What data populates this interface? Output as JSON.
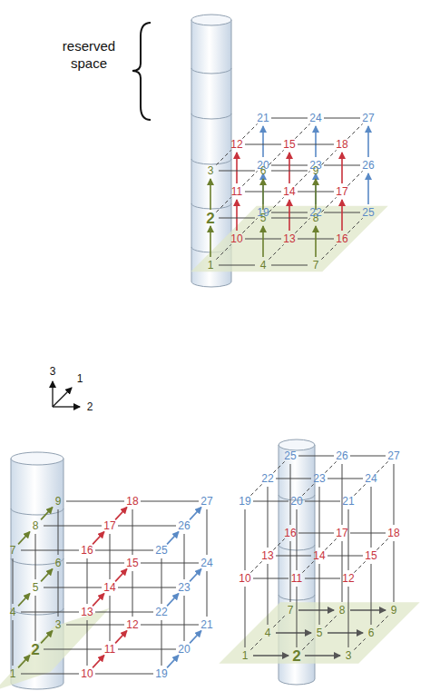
{
  "diagram": {
    "labels": [
      "reserved space",
      "3",
      "1",
      "2",
      "1",
      "2",
      "3",
      "4",
      "5",
      "6",
      "7",
      "8",
      "9",
      "10",
      "11",
      "12",
      "13",
      "14",
      "15",
      "16",
      "17",
      "18",
      "19",
      "20",
      "21",
      "22",
      "23",
      "24",
      "25",
      "26",
      "27",
      "1",
      "2",
      "3",
      "4",
      "5",
      "6",
      "7",
      "8",
      "9",
      "10",
      "11",
      "12",
      "13",
      "14",
      "15",
      "16",
      "17",
      "18",
      "19",
      "20",
      "21",
      "22",
      "23",
      "24",
      "25",
      "26",
      "27",
      "1",
      "2",
      "3",
      "4",
      "5",
      "6",
      "7",
      "8",
      "9",
      "10",
      "11",
      "12",
      "13",
      "14",
      "15",
      "16",
      "17",
      "18",
      "19",
      "20",
      "21",
      "22",
      "23",
      "24",
      "25",
      "26",
      "27"
    ]
  }
}
